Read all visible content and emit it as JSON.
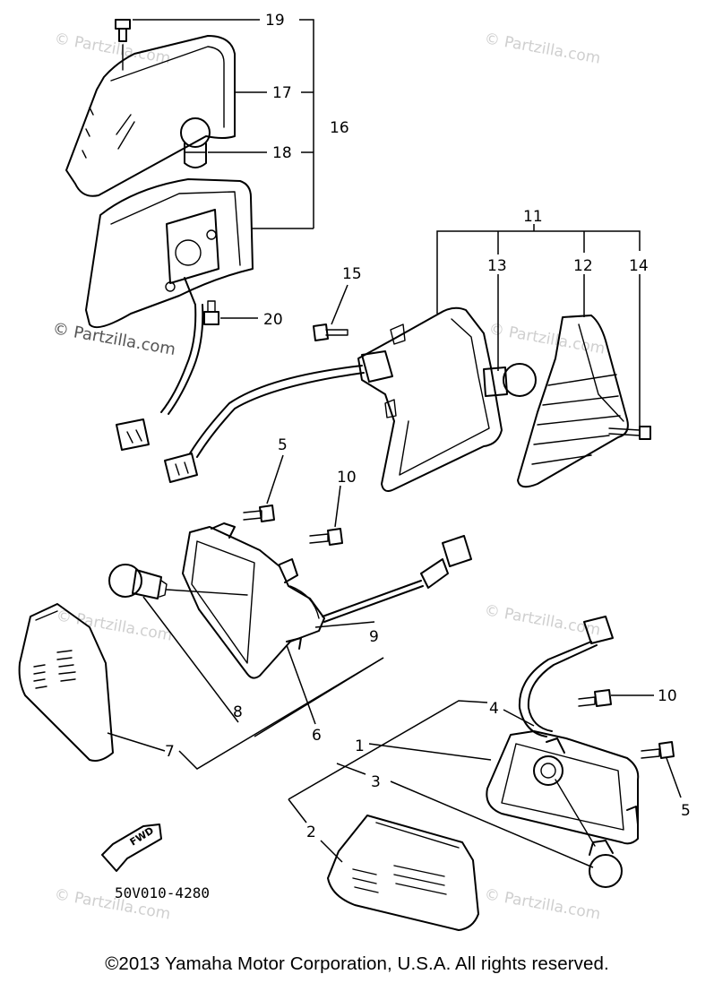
{
  "diagram": {
    "part_numbers": [
      "19",
      "17",
      "16",
      "18",
      "20",
      "11",
      "15",
      "13",
      "12",
      "14",
      "5",
      "10",
      "9",
      "8",
      "7",
      "6",
      "4",
      "10",
      "1",
      "3",
      "5",
      "2"
    ],
    "figure_code": "50V010-4280",
    "fwd_label": "FWD",
    "watermark": "© Partzilla.com"
  },
  "footer": {
    "copyright": "©2013  Yamaha Motor Corporation, U.S.A. All rights reserved."
  }
}
